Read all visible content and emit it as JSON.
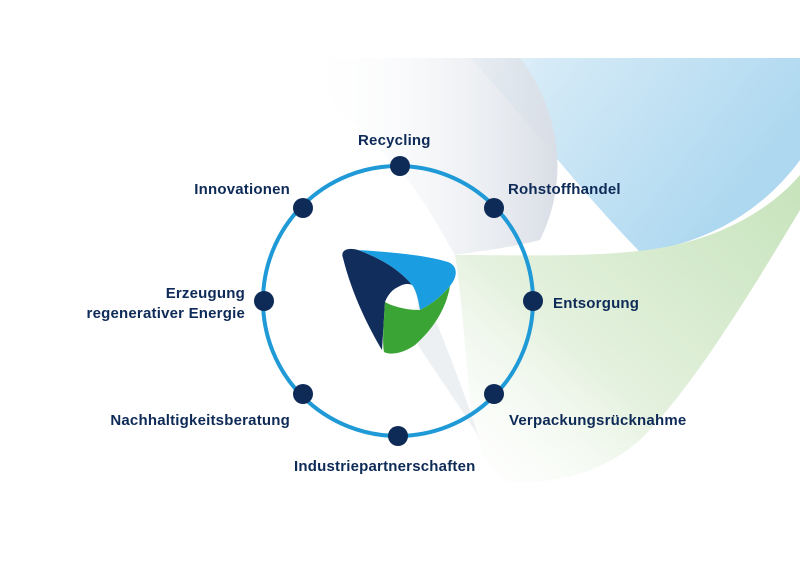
{
  "colors": {
    "navy": "#0e2a57",
    "ring": "#1f9ad7",
    "light_blue": "#b5dcf1",
    "light_green": "#cde6c4",
    "logo_blue": "#1a9de1",
    "logo_green": "#3aa535",
    "logo_navy": "#112d5c",
    "grey_band": "#dfe3ea"
  },
  "diagram": {
    "center_logo": "logo-triangle-icon",
    "nodes": [
      {
        "id": "recycling",
        "label": "Recycling"
      },
      {
        "id": "rohstoffhandel",
        "label": "Rohstoffhandel"
      },
      {
        "id": "entsorgung",
        "label": "Entsorgung"
      },
      {
        "id": "verpackungsruecknahme",
        "label": "Verpackungsrücknahme"
      },
      {
        "id": "industriepartnerschaften",
        "label": "Industriepartnerschaften"
      },
      {
        "id": "nachhaltigkeitsberatung",
        "label": "Nachhaltigkeitsberatung"
      },
      {
        "id": "erzeugung",
        "label_line1": "Erzeugung",
        "label_line2": "regenerativer Energie"
      },
      {
        "id": "innovationen",
        "label": "Innovationen"
      }
    ]
  }
}
